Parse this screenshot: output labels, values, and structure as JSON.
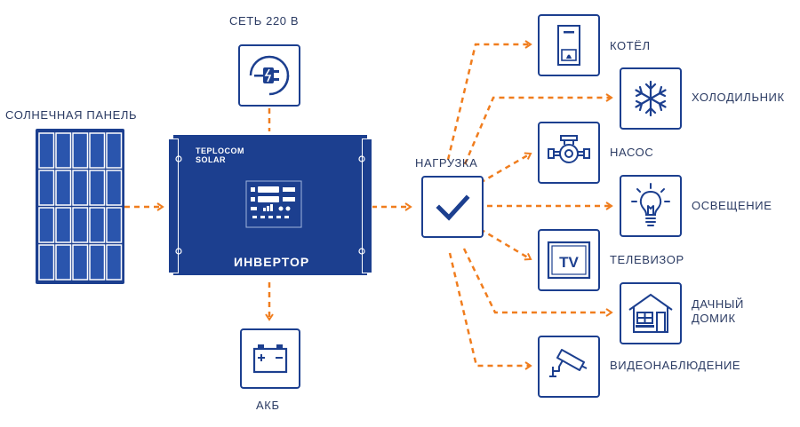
{
  "labels": {
    "grid": "СЕТЬ 220 В",
    "solar_panel": "СОЛНЕЧНАЯ ПАНЕЛЬ",
    "battery": "АКБ",
    "load": "НАГРУЗКА",
    "inverter": "ИНВЕРТОР",
    "brand_line1": "TEPLOCOM",
    "brand_line2": "SOLAR"
  },
  "consumers": [
    {
      "label": "КОТЁЛ",
      "icon": "boiler-icon"
    },
    {
      "label": "ХОЛОДИЛЬНИК",
      "icon": "snowflake-icon"
    },
    {
      "label": "НАСОС",
      "icon": "pump-icon"
    },
    {
      "label": "ОСВЕЩЕНИЕ",
      "icon": "lightbulb-icon"
    },
    {
      "label": "ТЕЛЕВИЗОР",
      "icon": "tv-icon"
    },
    {
      "label": "ДАЧНЫЙ",
      "icon": "house-icon"
    },
    {
      "label": "ДОМИК",
      "icon": "house-icon"
    },
    {
      "label": "ВИДЕОНАБЛЮДЕНИЕ",
      "icon": "cctv-camera-icon"
    }
  ],
  "tv_text": "TV",
  "colors": {
    "primary": "#1c3f8f",
    "arrow": "#f07d1e"
  }
}
